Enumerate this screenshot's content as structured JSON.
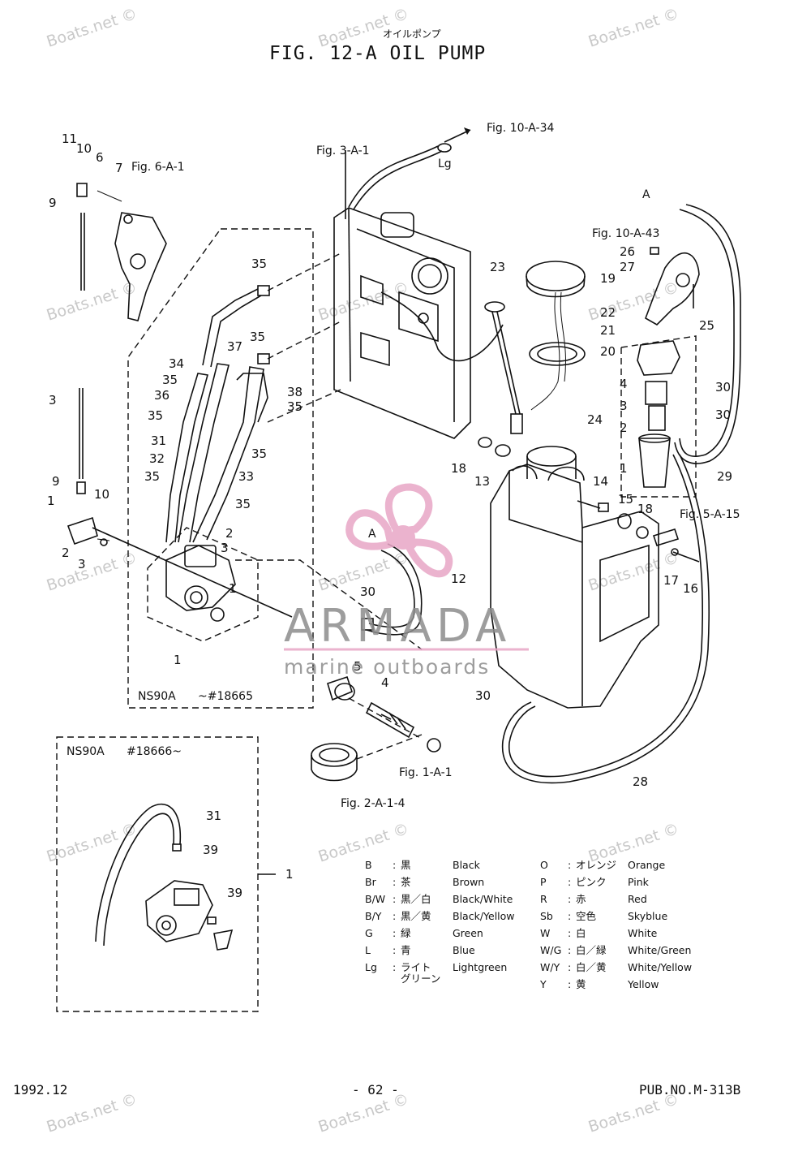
{
  "header": {
    "subtitle_jp": "オイルポンプ",
    "title": "FIG. 12-A OIL PUMP"
  },
  "references": {
    "fig_10_a_34": "Fig. 10-A-34",
    "fig_3_a_1": "Fig. 3-A-1",
    "fig_6_a_1": "Fig. 6-A-1",
    "fig_10_a_43": "Fig. 10-A-43",
    "fig_5_a_15": "Fig. 5-A-15",
    "fig_1_a_1": "Fig. 1-A-1",
    "fig_2_a_1_4": "Fig. 2-A-1-4",
    "wire_lg": "Lg",
    "marker_a": "A"
  },
  "callouts": {
    "n1": "1",
    "n2": "2",
    "n3": "3",
    "n4": "4",
    "n5": "5",
    "n6": "6",
    "n7": "7",
    "n9": "9",
    "n10": "10",
    "n11": "11",
    "n12": "12",
    "n13": "13",
    "n14": "14",
    "n15": "15",
    "n16": "16",
    "n17": "17",
    "n18": "18",
    "n19": "19",
    "n20": "20",
    "n21": "21",
    "n22": "22",
    "n23": "23",
    "n24": "24",
    "n25": "25",
    "n26": "26",
    "n27": "27",
    "n28": "28",
    "n29": "29",
    "n30": "30",
    "n31": "31",
    "n32": "32",
    "n33": "33",
    "n34": "34",
    "n35": "35",
    "n36": "36",
    "n37": "37",
    "n38": "38",
    "n39": "39"
  },
  "boxes": {
    "early_model": "NS90A",
    "early_serial": "~#18665",
    "late_model": "NS90A",
    "late_serial": "#18666~"
  },
  "color_legend": [
    {
      "code": "B",
      "jp": "黒",
      "en": "Black"
    },
    {
      "code": "Br",
      "jp": "茶",
      "en": "Brown"
    },
    {
      "code": "B/W",
      "jp": "黒／白",
      "en": "Black/White"
    },
    {
      "code": "B/Y",
      "jp": "黒／黄",
      "en": "Black/Yellow"
    },
    {
      "code": "G",
      "jp": "緑",
      "en": "Green"
    },
    {
      "code": "L",
      "jp": "青",
      "en": "Blue"
    },
    {
      "code": "Lg",
      "jp": "ライト",
      "jp2": "グリーン",
      "en": "Lightgreen"
    },
    {
      "code": "O",
      "jp": "オレンジ",
      "en": "Orange"
    },
    {
      "code": "P",
      "jp": "ピンク",
      "en": "Pink"
    },
    {
      "code": "R",
      "jp": "赤",
      "en": "Red"
    },
    {
      "code": "Sb",
      "jp": "空色",
      "en": "Skyblue"
    },
    {
      "code": "W",
      "jp": "白",
      "en": "White"
    },
    {
      "code": "W/G",
      "jp": "白／緑",
      "en": "White/Green"
    },
    {
      "code": "W/Y",
      "jp": "白／黄",
      "en": "White/Yellow"
    },
    {
      "code": "Y",
      "jp": "黄",
      "en": "Yellow"
    }
  ],
  "footer": {
    "date": "1992.12",
    "page": "- 62 -",
    "pub": "PUB.NO.M-313B"
  },
  "branding": {
    "name": "ARMADA",
    "tagline": "marine outboards",
    "watermark": "Boats.net ©",
    "accent_color": "#e8a6c6",
    "gray_color": "#8c8c8c"
  }
}
